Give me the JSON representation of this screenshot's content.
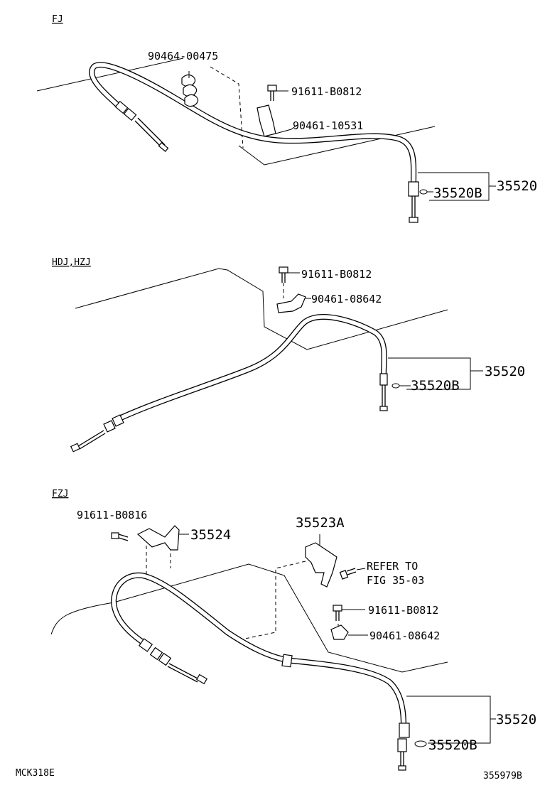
{
  "sections": [
    {
      "title": "FJ",
      "callouts": {
        "clip_a": "90464-00475",
        "bolt": "91611-B0812",
        "clamp": "90461-10531",
        "cable": "35520",
        "cable_sub": "35520B"
      }
    },
    {
      "title": "HDJ,HZJ",
      "callouts": {
        "bolt": "91611-B0812",
        "clamp": "90461-08642",
        "cable": "35520",
        "cable_sub": "35520B"
      }
    },
    {
      "title": "FZJ",
      "callouts": {
        "bolt_a": "91611-B0816",
        "bracket": "35524",
        "bracket_b": "35523A",
        "refer_line1": "REFER TO",
        "refer_line2": "FIG 35-03",
        "bolt_b": "91611-B0812",
        "clamp": "90461-08642",
        "cable": "35520",
        "cable_sub": "35520B"
      }
    }
  ],
  "footer": {
    "code_left": "MCK318E",
    "code_right": "355979B"
  }
}
